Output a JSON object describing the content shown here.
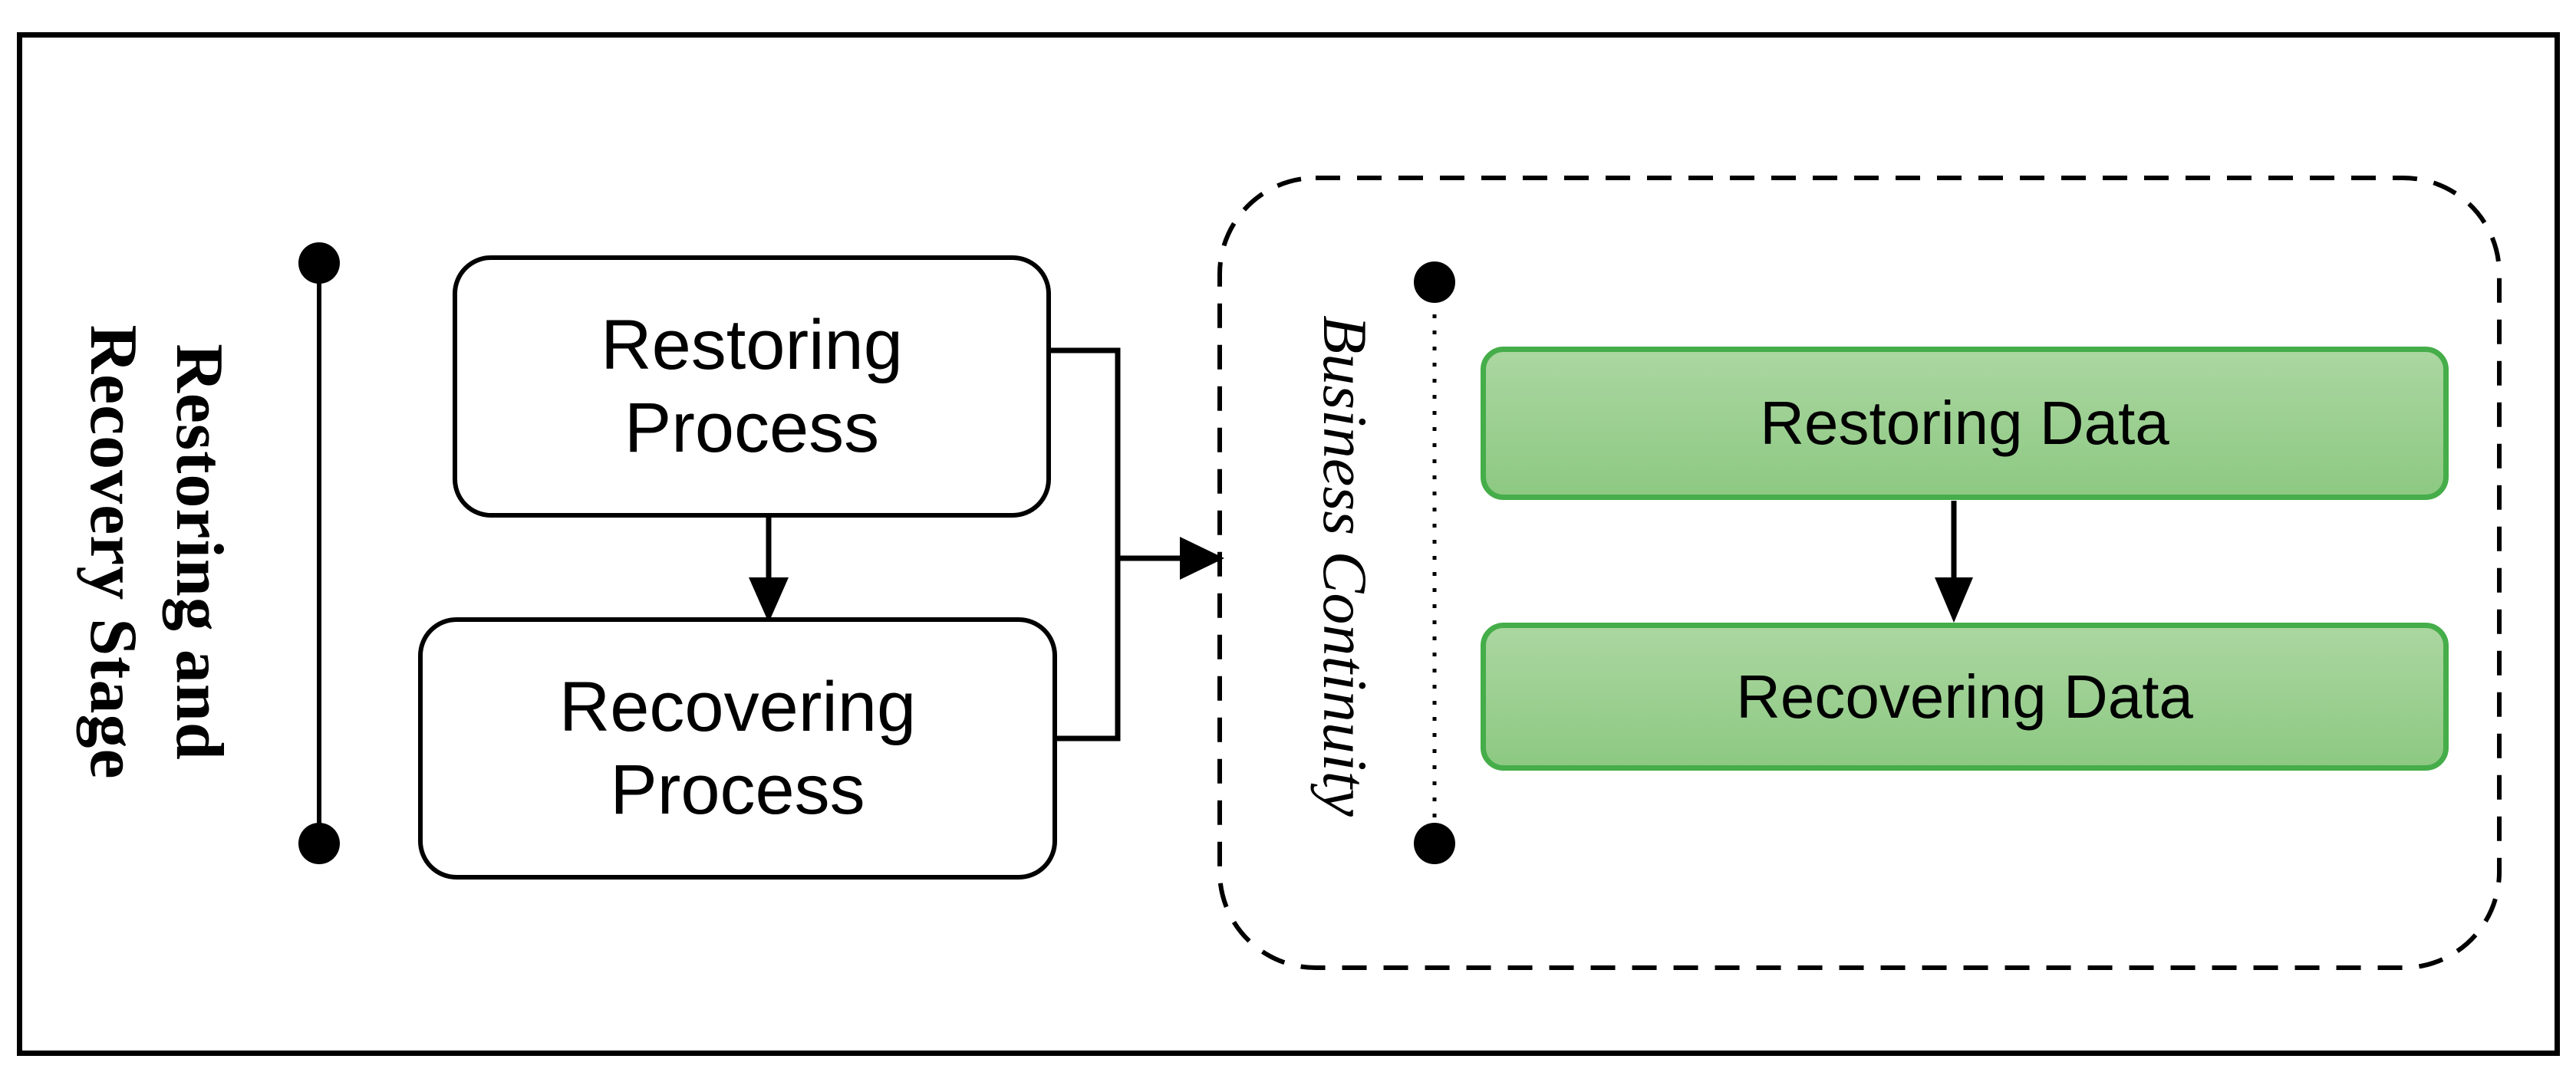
{
  "diagram": {
    "stage_axis": {
      "label_line1": "Restoring and",
      "label_line2": "Recovery Stage"
    },
    "process_flow": {
      "box1_line1": "Restoring",
      "box1_line2": "Process",
      "box2_line1": "Recovering",
      "box2_line2": "Process"
    },
    "business_continuity": {
      "container_label": "Business Continuity",
      "box1_label": "Restoring Data",
      "box2_label": "Recovering Data"
    },
    "colors": {
      "background": "#ffffff",
      "outline": "#000000",
      "green_border": "#45ad49",
      "green_fill_top": "#abd6a0",
      "green_fill_bottom": "#8dc983"
    }
  }
}
